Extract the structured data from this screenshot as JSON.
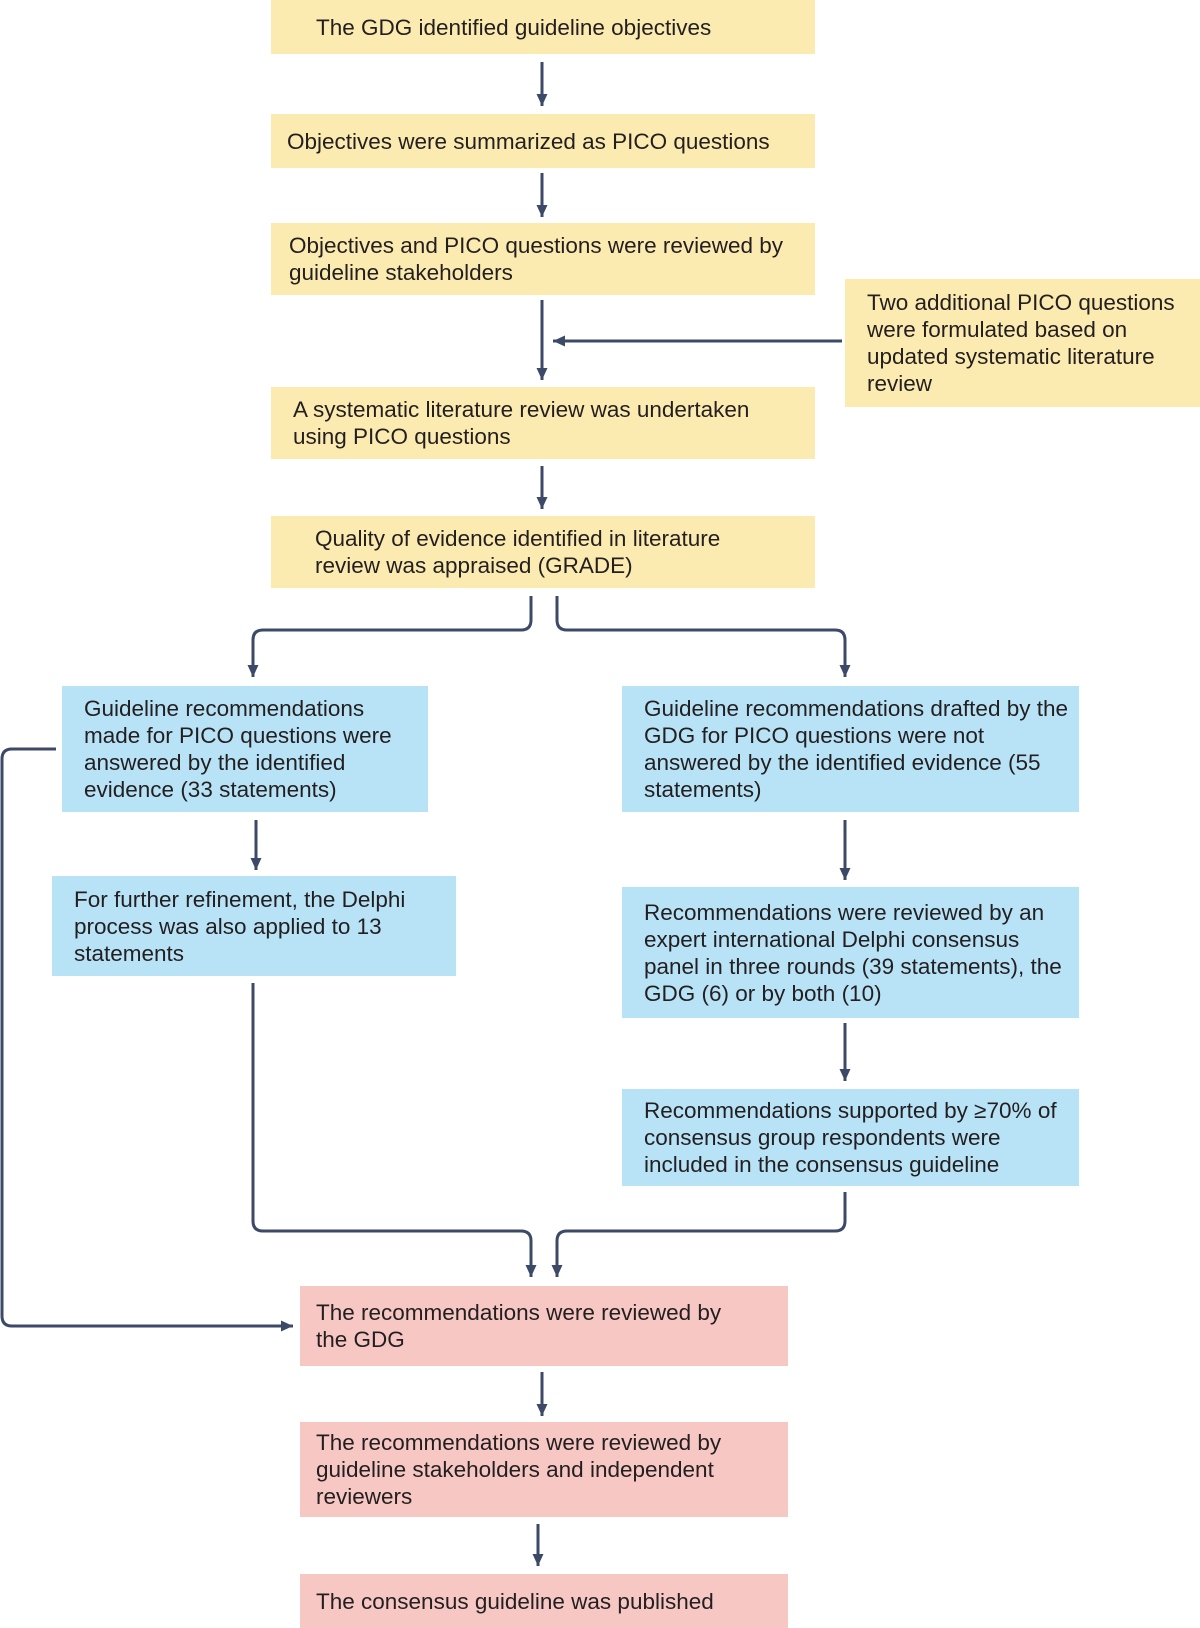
{
  "steps": {
    "objectives": "The GDG identified guideline objectives",
    "pico": "Objectives were summarized as PICO questions",
    "stakeholder_review": "Objectives and PICO questions were reviewed by guideline stakeholders",
    "additional_pico": "Two additional PICO questions were formulated based on updated systematic literature review",
    "literature_review": "A systematic literature review was undertaken using PICO questions",
    "grade": "Quality of evidence identified in literature review was appraised (GRADE)",
    "answered": "Guideline recommendations made for PICO questions were answered by the identified evidence (33 statements)",
    "refinement": "For further refinement, the Delphi process was also applied to 13 statements",
    "not_answered": "Guideline recommendations drafted by the GDG for PICO questions were not answered by the identified evidence (55 statements)",
    "delphi_review": "Recommendations were reviewed by an expert international Delphi consensus panel in three rounds (39 statements), the GDG (6) or by both (10)",
    "supported": "Recommendations supported by ≥70% of consensus group respondents were included in the consensus guideline",
    "gdg_review": "The recommendations were reviewed by the GDG",
    "independent_review": "The recommendations were reviewed by guideline stakeholders and independent reviewers",
    "published": "The consensus guideline was published"
  },
  "colors": {
    "yellow": "#fcebb0",
    "blue": "#b8e3f7",
    "pink": "#f7c7c4",
    "arrow": "#3c4a67",
    "text": "#231f20"
  }
}
